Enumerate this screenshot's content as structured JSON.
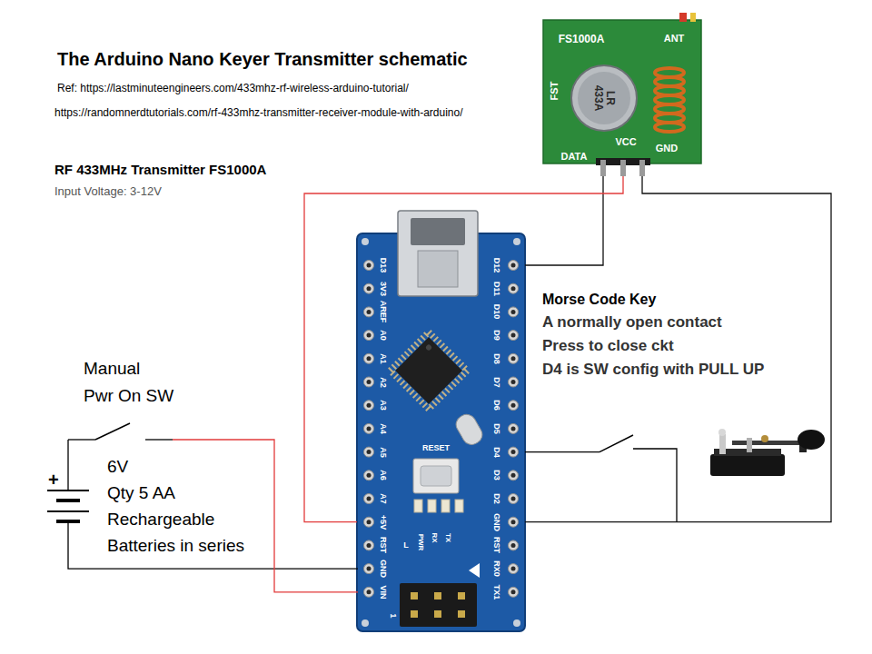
{
  "diagram": {
    "title": "The Arduino Nano Keyer Transmitter schematic",
    "nodes": [
      {
        "text": [
          "FS1000A",
          "ANT",
          "LR 433A",
          "FST",
          "DATA",
          "VCC",
          "GND"
        ]
      },
      {
        "text": [
          "D13",
          "3V3",
          "AREF",
          "A0",
          "A1",
          "A2",
          "A3",
          "A4",
          "A5",
          "A6",
          "A7",
          "+5V",
          "RST",
          "GND",
          "VIN",
          "D12",
          "D11",
          "D10",
          "D9",
          "D8",
          "D7",
          "D6",
          "D5",
          "D4",
          "D3",
          "D2",
          "GND",
          "RST",
          "RX0",
          "TX1",
          "RESET",
          "L",
          "PWR",
          "RX",
          "TX",
          "1"
        ]
      }
    ],
    "edges": [
      {
        "from": 0,
        "to": 1,
        "arrow": "none"
      },
      {
        "from": 0,
        "to": 1,
        "arrow": "none"
      },
      {
        "from": 0,
        "to": 1,
        "arrow": "none"
      }
    ],
    "labels": [
      "Ref: https://lastminuteengineers.com/433mhz-rf-wireless-arduino-tutorial/",
      "https://randomnerdtutorials.com/rf-433mhz-transmitter-receiver-module-with-arduino/",
      "RF 433MHz Transmitter FS1000A",
      "Input Voltage: 3-12V",
      "Morse Code Key",
      "A normally open contact",
      "Press to close ckt",
      "D4 is SW config with PULL UP",
      "Manual",
      "Pwr On SW",
      "+",
      "6V",
      "Qty 5 AA",
      "Rechargeable",
      "Batteries in series"
    ]
  }
}
